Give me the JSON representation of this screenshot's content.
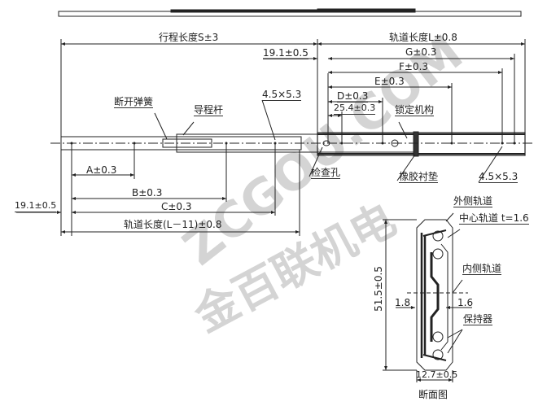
{
  "watermark": {
    "site": "ZCGOU.COM",
    "company": "金百联机电"
  },
  "top_dims": {
    "stroke": "行程长度S±3",
    "rail_length": "轨道长度L±0.8",
    "offset": "19.1±0.5",
    "g": "G±0.3",
    "f": "F±0.3",
    "e": "E±0.3",
    "d": "D±0.3",
    "first_hole": "25.4±0.3",
    "slot": "4.5×5.3"
  },
  "labels": {
    "disconnect_spring": "断开弹簧",
    "guide_lever": "导程杆",
    "lock_mechanism": "锁定机构",
    "inspection_hole": "检查孔",
    "rubber_pad": "橡胶衬垫",
    "slot_bottom": "4.5×5.3"
  },
  "bottom_dims": {
    "a": "A±0.3",
    "b": "B±0.3",
    "c": "C±0.3",
    "offset": "19.1±0.5",
    "inner_length": "轨道长度(L－11)±0.8"
  },
  "section": {
    "outer_rail": "外侧轨道",
    "center_rail": "中心轨道 t=1.6",
    "inner_rail": "内侧轨道",
    "gap_left": "1.8",
    "gap_right": "1.6",
    "retainer": "保持器",
    "height": "51.5±0.5",
    "width": "12.7±0.5",
    "title": "断面图"
  }
}
